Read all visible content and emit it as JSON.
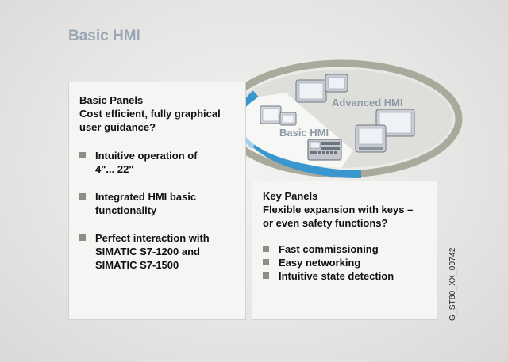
{
  "title": "Basic HMI",
  "basic_panels": {
    "heading": [
      "Basic Panels",
      "Cost efficient, fully graphical",
      "user guidance?"
    ],
    "bullets": [
      [
        "Intuitive operation of",
        "4\"... 22\""
      ],
      [
        "Integrated HMI basic",
        "functionality"
      ],
      [
        "Perfect interaction with",
        "SIMATIC S7-1200 and",
        "SIMATIC S7-1500"
      ]
    ]
  },
  "key_panels": {
    "heading": [
      "Key Panels",
      "Flexible expansion with keys –",
      "or even safety functions?"
    ],
    "bullets": [
      "Fast commissioning",
      "Easy networking",
      "Intuitive state detection"
    ]
  },
  "diagram": {
    "advanced_label": "Advanced HMI",
    "basic_label": "Basic HMI",
    "colors": {
      "ring_grey": "#a9a99c",
      "ring_blue": "#3a96cf",
      "ring_light_blue": "#9fd0ec",
      "label": "#8f9aa6"
    }
  },
  "side_code": "G_ST80_XX_00742"
}
